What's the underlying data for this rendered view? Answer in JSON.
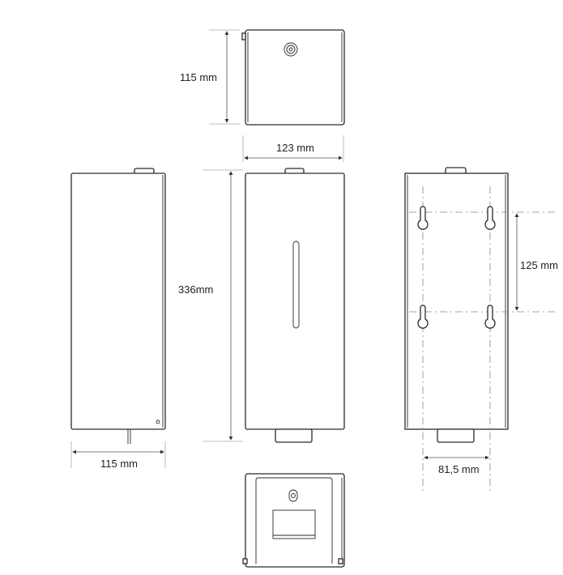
{
  "dimensions": {
    "top_depth": "115 mm",
    "width": "123 mm",
    "height": "336mm",
    "side_depth": "115 mm",
    "hole_vertical_spacing": "125 mm",
    "hole_horizontal_spacing": "81,5 mm"
  }
}
